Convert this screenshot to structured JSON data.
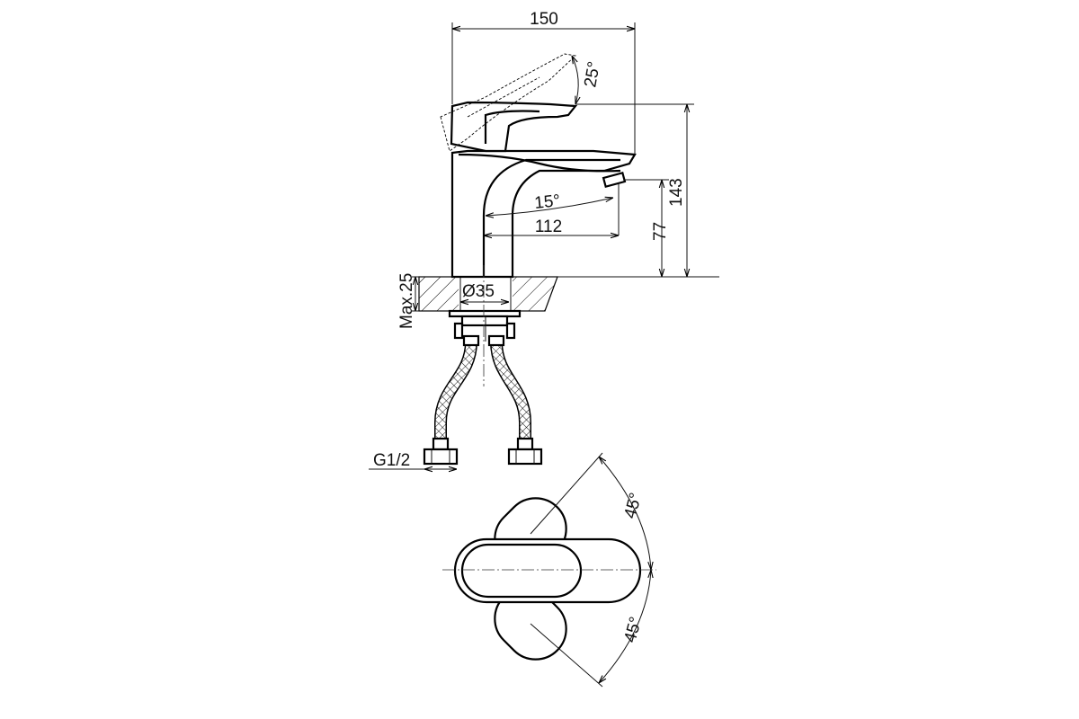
{
  "dimensions": {
    "overall_width": "150",
    "lever_angle": "25°",
    "overall_height": "143",
    "spout_angle": "15°",
    "spout_reach": "112",
    "spout_height": "77",
    "max_thickness": "Max.25",
    "hole_diameter": "Ø35",
    "connection_thread": "G1/2",
    "rotation_angle_top": "45°",
    "rotation_angle_bottom": "45°"
  }
}
